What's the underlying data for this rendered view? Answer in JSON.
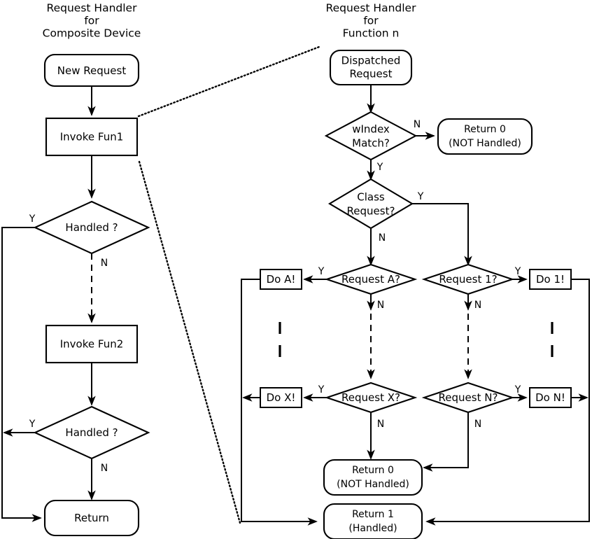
{
  "diagram": {
    "title_left": [
      "Request Handler",
      "for",
      "Composite Device"
    ],
    "title_right": [
      "Request Handler",
      "for",
      "Function n"
    ],
    "left_panel": {
      "nodes": {
        "new_request": "New Request",
        "invoke_fun1": "Invoke Fun1",
        "handled_1": "Handled ?",
        "invoke_fun2": "Invoke Fun2",
        "handled_2": "Handled ?",
        "return": "Return"
      },
      "labels": {
        "handled1_yes": "Y",
        "handled1_no": "N",
        "handled2_yes": "Y",
        "handled2_no": "N"
      }
    },
    "right_panel": {
      "nodes": {
        "dispatched_request": [
          "Dispatched",
          "Request"
        ],
        "windex_match": [
          "wIndex",
          "Match?"
        ],
        "return0_top": [
          "Return 0",
          "(NOT Handled)"
        ],
        "class_request": [
          "Class",
          "Request?"
        ],
        "request_a": "Request A?",
        "request_1": "Request 1?",
        "do_a": "Do A!",
        "do_1": "Do 1!",
        "request_x": "Request X?",
        "request_n": "Request N?",
        "do_x": "Do X!",
        "do_n": "Do N!",
        "return0_bottom": [
          "Return 0",
          "(NOT Handled)"
        ],
        "return1": [
          "Return 1",
          "(Handled)"
        ]
      },
      "labels": {
        "windex_no": "N",
        "windex_yes": "Y",
        "class_yes": "Y",
        "class_no": "N",
        "req_a_yes": "Y",
        "req_a_no": "N",
        "req_1_yes": "Y",
        "req_1_no": "N",
        "req_x_yes": "Y",
        "req_x_no": "N",
        "req_n_yes": "Y",
        "req_n_no": "N"
      }
    },
    "colors": {
      "stroke": "#000000",
      "fill": "#ffffff",
      "background": "#ffffff"
    }
  }
}
